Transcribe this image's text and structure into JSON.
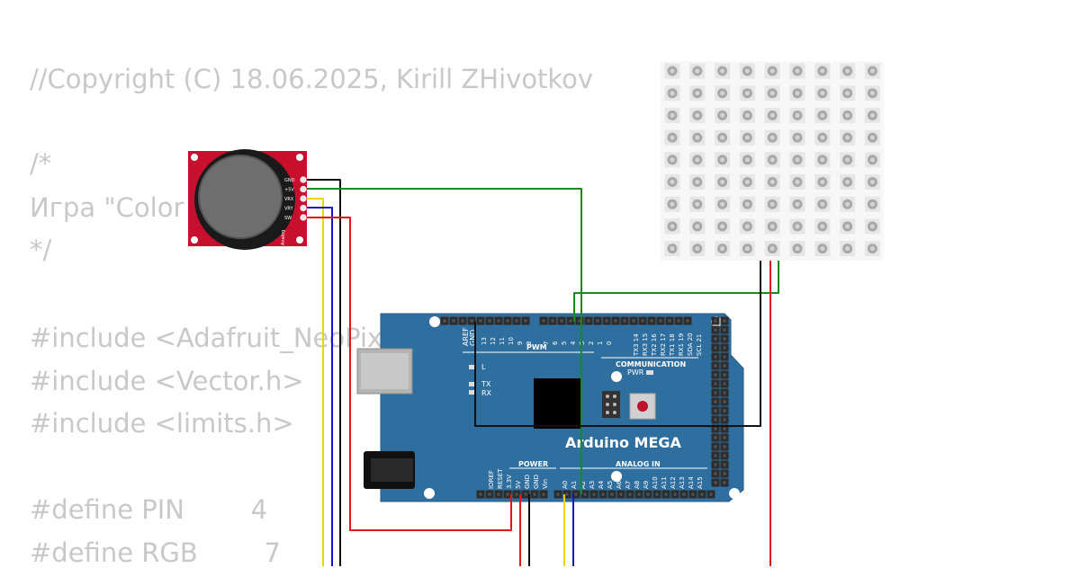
{
  "code_lines": [
    "//Copyright (C) 18.06.2025, Kirill ZHivotkov",
    "/*",
    "Игра \"Color",
    "*/",
    "#include <Adafruit_NeoPix",
    "#include <Vector.h>",
    "#include <limits.h>",
    "#define PIN        4",
    "#define RGB        7"
  ],
  "joystick": {
    "pins": [
      "GND",
      "+5V",
      "VRX",
      "VRY",
      "SW"
    ],
    "brand": "Analog"
  },
  "board": {
    "name": "Arduino MEGA",
    "header_labels": {
      "aref": "AREF",
      "gnd": "GND",
      "pwm": "PWM",
      "communication": "COMMUNICATION",
      "power": "POWER",
      "analog_in": "ANALOG IN",
      "led_l": "L",
      "led_tx": "TX",
      "led_rx": "RX",
      "pwr": "PWR"
    },
    "pwm_pins": [
      "13",
      "12",
      "11",
      "10",
      "9",
      "8",
      "7",
      "6",
      "5",
      "4",
      "3",
      "2",
      "1",
      "0"
    ],
    "comm_pins": [
      "TX3 14",
      "RX3 15",
      "TX2 16",
      "RX2 17",
      "TX1 18",
      "RX1 19",
      "SDA 20",
      "SCL 21"
    ],
    "power_pins": [
      "IOREF",
      "RESET",
      "3.3V",
      "5V",
      "GND",
      "GND",
      "Vin"
    ],
    "analog_pins": [
      "A0",
      "A1",
      "A2",
      "A3",
      "A4",
      "A5",
      "A6",
      "A7",
      "A8",
      "A9",
      "A10",
      "A11",
      "A12",
      "A13",
      "A14",
      "A15"
    ]
  },
  "matrix": {
    "rows": 9,
    "cols": 9
  },
  "colors": {
    "wire_black": "#111111",
    "wire_green": "#1a8a1a",
    "wire_red": "#e01818",
    "wire_yellow": "#f2d200",
    "wire_blue": "#1616c8",
    "board_blue": "#2f6f9f",
    "joystick_red": "#c8102e",
    "code_gray": "#c8c8c8"
  }
}
